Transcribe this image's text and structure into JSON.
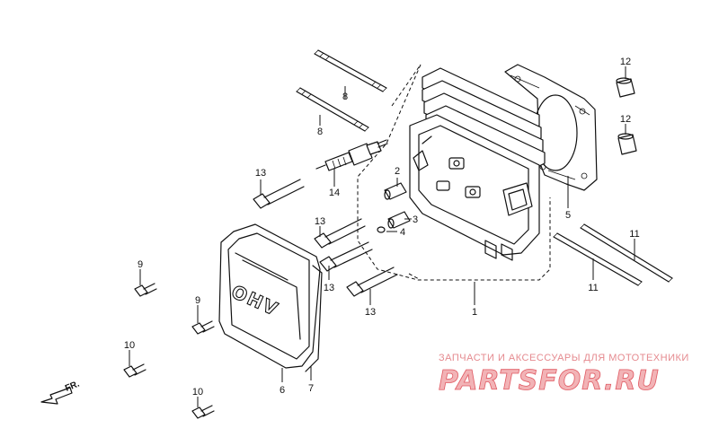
{
  "diagram": {
    "callouts": {
      "c1": "1",
      "c2": "2",
      "c3": "3",
      "c4": "4",
      "c5": "5",
      "c6": "6",
      "c7": "7",
      "c8a": "8",
      "c8b": "8",
      "c9a": "9",
      "c9b": "9",
      "c10a": "10",
      "c10b": "10",
      "c11a": "11",
      "c11b": "11",
      "c12a": "12",
      "c12b": "12",
      "c13a": "13",
      "c13b": "13",
      "c13c": "13",
      "c13d": "13",
      "c14": "14"
    },
    "cover_emboss": "OHV",
    "direction_label": "FR."
  },
  "watermark": {
    "subtitle": "ЗАПЧАСТИ И АКСЕССУАРЫ ДЛЯ МОТОТЕХНИКИ",
    "logo": "PARTSFOR.RU"
  }
}
